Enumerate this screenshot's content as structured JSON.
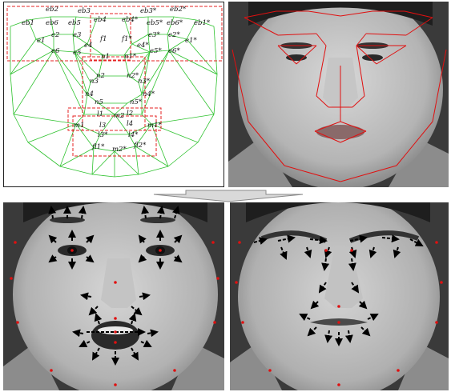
{
  "colors": {
    "mesh_line": "#2ec22e",
    "region_box": "#e52222",
    "landmark": "#e01010",
    "arrow": "#000000",
    "flow_arrow_fill": "#d9d9d9",
    "flow_arrow_stroke": "#8a8a8a"
  },
  "icons": {
    "flow": "arrow-down-icon"
  },
  "mesh_labels": {
    "eb2": "eb2",
    "eb3": "eb3",
    "eb3s": "eb3*",
    "eb2s": "eb2*",
    "eb1": "eb1",
    "eb6": "eb6",
    "eb5": "eb5",
    "eb4": "eb4",
    "eb4s": "eb4*",
    "eb5s": "eb5*",
    "eb6s": "eb6*",
    "eb1s": "eb1*",
    "e1": "e1",
    "e2": "e2",
    "e3": "e3",
    "e4": "e4",
    "e4s": "e4*",
    "e3s": "e3*",
    "e2s": "e2*",
    "e1s": "e1*",
    "f1": "f1",
    "f1s": "f1*",
    "e6": "e6",
    "e5": "e5",
    "e5s": "e5*",
    "e6s": "e6*",
    "n1": "n1",
    "n1s": "n1*",
    "n2": "n2",
    "n2s": "n2*",
    "n3": "n3",
    "n3s": "n3*",
    "n4": "n4",
    "n4s": "n4*",
    "n5": "n5",
    "n5s": "n5*",
    "l1": "l1",
    "m2": "m2",
    "l2": "l2",
    "m1": "m1",
    "m1s": "m1*",
    "l3": "l3",
    "l4": "l4",
    "l3s": "l3*",
    "l4s": "l4*",
    "fl1": "fl1*",
    "m2s": "m2*",
    "fl2": "fl2*"
  }
}
